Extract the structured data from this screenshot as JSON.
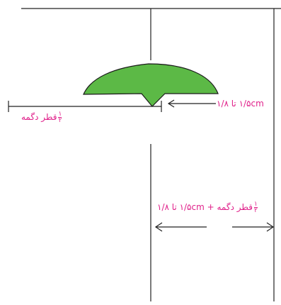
{
  "colors": {
    "line": "#222222",
    "fill": "#5cb946",
    "fill_stroke": "#1a1a1a",
    "label": "#e0208a"
  },
  "labels": {
    "top_dimension": "۱/۵cm تا ۱/۸",
    "half_diameter_left": {
      "numerator": "۱",
      "denominator": "۲",
      "text": "قطر دگمه"
    },
    "bottom_dimension": {
      "numerator": "۱",
      "denominator": "۲",
      "text": "قطر دگمه + ۱/۵cm تا ۱/۸"
    }
  }
}
